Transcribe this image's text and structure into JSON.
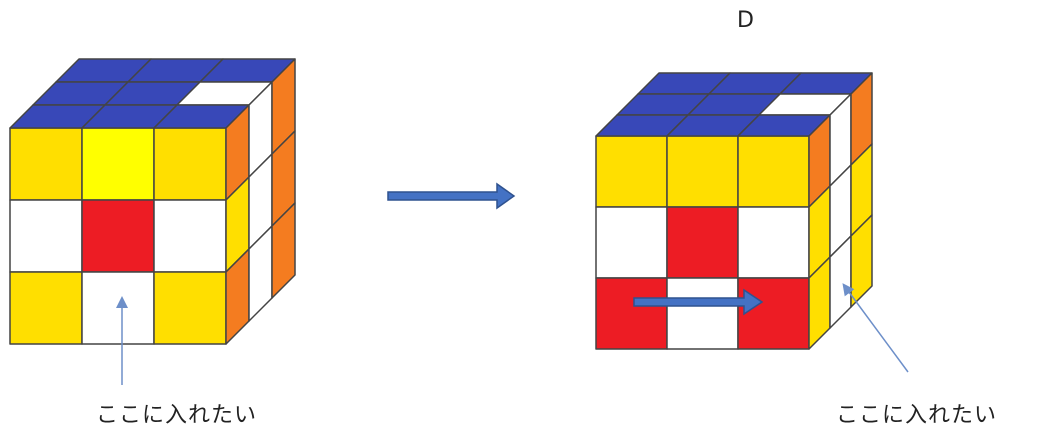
{
  "move_label": "D",
  "caption_left": "ここに入れたい",
  "caption_right": "ここに入れたい",
  "colors": {
    "blue": "#3848b8",
    "yellow": "#ffdf00",
    "bright_yellow": "#ffff00",
    "white": "#ffffff",
    "red": "#ed1c24",
    "orange": "#f47c20",
    "outline": "#444444",
    "arrow_fill": "#4472c4",
    "arrow_stroke": "#2f528f",
    "pointer_line": "#6d8fc9"
  },
  "cube_before": {
    "top": [
      [
        "blue",
        "blue",
        "blue"
      ],
      [
        "blue",
        "blue",
        "white"
      ],
      [
        "blue",
        "blue",
        "blue"
      ]
    ],
    "front": [
      [
        "yellow",
        "bright_yellow",
        "yellow"
      ],
      [
        "white",
        "red",
        "white"
      ],
      [
        "yellow",
        "white",
        "yellow"
      ]
    ],
    "right": [
      [
        "orange",
        "white",
        "orange"
      ],
      [
        "yellow",
        "white",
        "orange"
      ],
      [
        "orange",
        "white",
        "orange"
      ]
    ]
  },
  "cube_after": {
    "top": [
      [
        "blue",
        "blue",
        "blue"
      ],
      [
        "blue",
        "blue",
        "white"
      ],
      [
        "blue",
        "blue",
        "blue"
      ]
    ],
    "front": [
      [
        "yellow",
        "yellow",
        "yellow"
      ],
      [
        "white",
        "red",
        "white"
      ],
      [
        "red",
        "white",
        "red"
      ]
    ],
    "right": [
      [
        "orange",
        "white",
        "orange"
      ],
      [
        "yellow",
        "white",
        "yellow"
      ],
      [
        "yellow",
        "white",
        "yellow"
      ]
    ]
  }
}
